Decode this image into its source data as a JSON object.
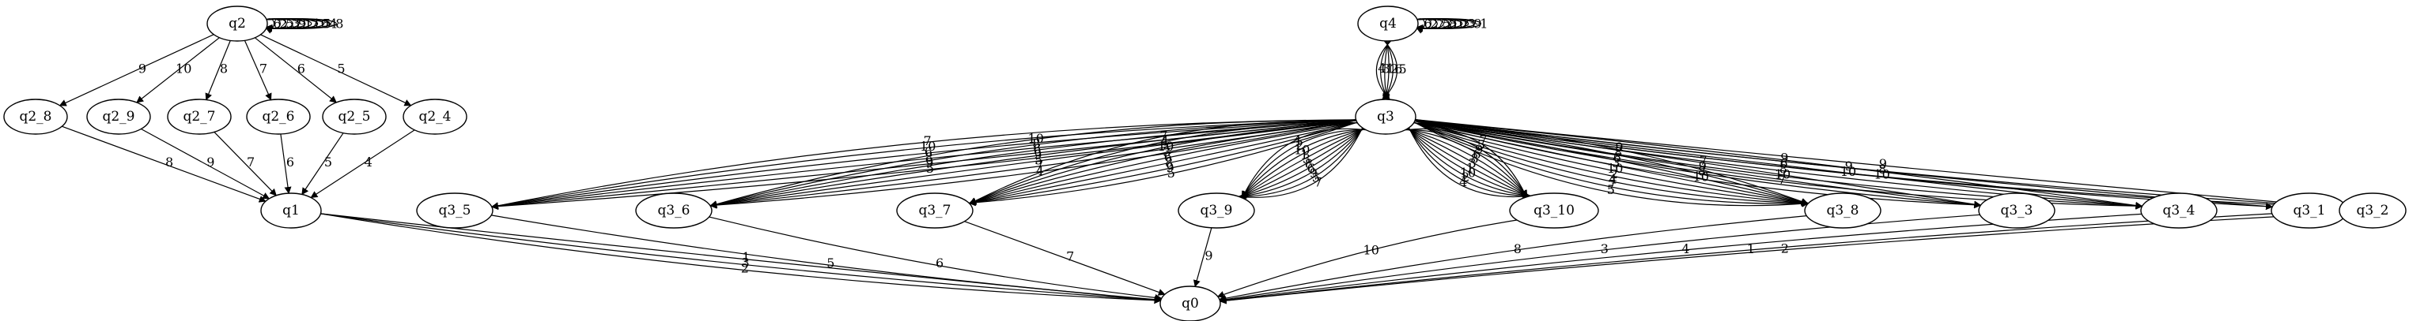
{
  "colors": {
    "background": "#ffffff",
    "stroke": "#000000"
  },
  "graph": {
    "nodes": [
      {
        "id": "q2",
        "label": "q2"
      },
      {
        "id": "q4",
        "label": "q4"
      },
      {
        "id": "q2_8",
        "label": "q2_8"
      },
      {
        "id": "q2_9",
        "label": "q2_9"
      },
      {
        "id": "q2_7",
        "label": "q2_7"
      },
      {
        "id": "q2_6",
        "label": "q2_6"
      },
      {
        "id": "q2_5",
        "label": "q2_5"
      },
      {
        "id": "q2_4",
        "label": "q2_4"
      },
      {
        "id": "q3",
        "label": "q3"
      },
      {
        "id": "q1",
        "label": "q1"
      },
      {
        "id": "q3_5",
        "label": "q3_5"
      },
      {
        "id": "q3_6",
        "label": "q3_6"
      },
      {
        "id": "q3_7",
        "label": "q3_7"
      },
      {
        "id": "q3_9",
        "label": "q3_9"
      },
      {
        "id": "q3_10",
        "label": "q3_10"
      },
      {
        "id": "q3_8",
        "label": "q3_8"
      },
      {
        "id": "q3_3",
        "label": "q3_3"
      },
      {
        "id": "q3_4",
        "label": "q3_4"
      },
      {
        "id": "q3_1",
        "label": "q3_1"
      },
      {
        "id": "q3_2",
        "label": "q3_2"
      },
      {
        "id": "q0",
        "label": "q0"
      }
    ],
    "self_loops": [
      {
        "node": "q2",
        "labels": [
          "6",
          "2",
          "5",
          "3",
          "9",
          "1",
          "7",
          "10",
          "5",
          "4",
          "8"
        ]
      },
      {
        "node": "q4",
        "labels": [
          "6",
          "2",
          "7",
          "5",
          "8",
          "10",
          "2",
          "3",
          "9",
          "1"
        ]
      }
    ],
    "edges": [
      {
        "from": "q2",
        "to": "q2_8",
        "label": "9"
      },
      {
        "from": "q2",
        "to": "q2_9",
        "label": "10"
      },
      {
        "from": "q2",
        "to": "q2_7",
        "label": "8"
      },
      {
        "from": "q2",
        "to": "q2_6",
        "label": "7"
      },
      {
        "from": "q2",
        "to": "q2_5",
        "label": "6"
      },
      {
        "from": "q2",
        "to": "q2_4",
        "label": "5"
      },
      {
        "from": "q2_8",
        "to": "q1",
        "label": "8"
      },
      {
        "from": "q2_9",
        "to": "q1",
        "label": "9"
      },
      {
        "from": "q2_7",
        "to": "q1",
        "label": "7"
      },
      {
        "from": "q2_6",
        "to": "q1",
        "label": "6"
      },
      {
        "from": "q2_5",
        "to": "q1",
        "label": "5"
      },
      {
        "from": "q2_4",
        "to": "q1",
        "label": "4"
      },
      {
        "from": "q4",
        "to": "q3",
        "label": "5"
      },
      {
        "from": "q4",
        "to": "q3",
        "label": "6"
      },
      {
        "from": "q4",
        "to": "q3",
        "label": "2"
      },
      {
        "from": "q4",
        "to": "q3",
        "label": "1"
      },
      {
        "from": "q4",
        "to": "q3",
        "label": "3"
      },
      {
        "from": "q4",
        "to": "q3",
        "label": "4"
      },
      {
        "from": "q3",
        "to": "q3_5",
        "label": "5"
      },
      {
        "from": "q3",
        "to": "q3_5",
        "label": "9"
      },
      {
        "from": "q3",
        "to": "q3_5",
        "label": "8"
      },
      {
        "from": "q3",
        "to": "q3_5",
        "label": "6"
      },
      {
        "from": "q3",
        "to": "q3_5",
        "label": "10"
      },
      {
        "from": "q3",
        "to": "q3_5",
        "label": "7"
      },
      {
        "from": "q3",
        "to": "q3_6",
        "label": "4"
      },
      {
        "from": "q3",
        "to": "q3_6",
        "label": "7"
      },
      {
        "from": "q3",
        "to": "q3_6",
        "label": "5"
      },
      {
        "from": "q3",
        "to": "q3_6",
        "label": "9"
      },
      {
        "from": "q3",
        "to": "q3_6",
        "label": "6"
      },
      {
        "from": "q3",
        "to": "q3_6",
        "label": "8"
      },
      {
        "from": "q3",
        "to": "q3_6",
        "label": "10"
      },
      {
        "from": "q3",
        "to": "q3_7",
        "label": "5"
      },
      {
        "from": "q3",
        "to": "q3_7",
        "label": "9"
      },
      {
        "from": "q3",
        "to": "q3_7",
        "label": "8"
      },
      {
        "from": "q3",
        "to": "q3_7",
        "label": "6"
      },
      {
        "from": "q3",
        "to": "q3_7",
        "label": "3"
      },
      {
        "from": "q3",
        "to": "q3_7",
        "label": "10"
      },
      {
        "from": "q3",
        "to": "q3_7",
        "label": "4"
      },
      {
        "from": "q3",
        "to": "q3_7",
        "label": "7"
      },
      {
        "from": "q3",
        "to": "q3_9",
        "label": "7"
      },
      {
        "from": "q3",
        "to": "q3_9",
        "label": "5"
      },
      {
        "from": "q3",
        "to": "q3_9",
        "label": "9"
      },
      {
        "from": "q3",
        "to": "q3_9",
        "label": "6"
      },
      {
        "from": "q3",
        "to": "q3_9",
        "label": "8"
      },
      {
        "from": "q3",
        "to": "q3_9",
        "label": "3"
      },
      {
        "from": "q3",
        "to": "q3_9",
        "label": "1"
      },
      {
        "from": "q3",
        "to": "q3_9",
        "label": "10"
      },
      {
        "from": "q3",
        "to": "q3_9",
        "label": "2"
      },
      {
        "from": "q3",
        "to": "q3_9",
        "label": "4"
      },
      {
        "from": "q3",
        "to": "q3_10",
        "label": "7"
      },
      {
        "from": "q3",
        "to": "q3_10",
        "label": "5"
      },
      {
        "from": "q3",
        "to": "q3_10",
        "label": "9"
      },
      {
        "from": "q3",
        "to": "q3_10",
        "label": "6"
      },
      {
        "from": "q3",
        "to": "q3_10",
        "label": "8"
      },
      {
        "from": "q3",
        "to": "q3_10",
        "label": "3"
      },
      {
        "from": "q3",
        "to": "q3_10",
        "label": "1"
      },
      {
        "from": "q3",
        "to": "q3_10",
        "label": "10"
      },
      {
        "from": "q3",
        "to": "q3_10",
        "label": "2"
      },
      {
        "from": "q3",
        "to": "q3_10",
        "label": "4"
      },
      {
        "from": "q3",
        "to": "q3_8",
        "label": "9"
      },
      {
        "from": "q3",
        "to": "q3_8",
        "label": "8"
      },
      {
        "from": "q3",
        "to": "q3_8",
        "label": "6"
      },
      {
        "from": "q3",
        "to": "q3_8",
        "label": "3"
      },
      {
        "from": "q3",
        "to": "q3_8",
        "label": "10"
      },
      {
        "from": "q3",
        "to": "q3_8",
        "label": "2"
      },
      {
        "from": "q3",
        "to": "q3_8",
        "label": "4"
      },
      {
        "from": "q3",
        "to": "q3_8",
        "label": "7"
      },
      {
        "from": "q3",
        "to": "q3_8",
        "label": "5"
      },
      {
        "from": "q3",
        "to": "q3_3",
        "label": "7"
      },
      {
        "from": "q3",
        "to": "q3_3",
        "label": "9"
      },
      {
        "from": "q3",
        "to": "q3_3",
        "label": "8"
      },
      {
        "from": "q3",
        "to": "q3_3",
        "label": "10"
      },
      {
        "from": "q3",
        "to": "q3_4",
        "label": "9"
      },
      {
        "from": "q3",
        "to": "q3_4",
        "label": "6"
      },
      {
        "from": "q3",
        "to": "q3_4",
        "label": "8"
      },
      {
        "from": "q3",
        "to": "q3_4",
        "label": "10"
      },
      {
        "from": "q3",
        "to": "q3_4",
        "label": "7"
      },
      {
        "from": "q3",
        "to": "q3_1",
        "label": "9"
      },
      {
        "from": "q3",
        "to": "q3_1",
        "label": "10"
      },
      {
        "from": "q3",
        "to": "q3_2",
        "label": "9"
      },
      {
        "from": "q3",
        "to": "q3_2",
        "label": "8"
      },
      {
        "from": "q3",
        "to": "q3_2",
        "label": "10"
      },
      {
        "from": "q1",
        "to": "q0",
        "label": "1"
      },
      {
        "from": "q1",
        "to": "q0",
        "label": "3"
      },
      {
        "from": "q1",
        "to": "q0",
        "label": "2"
      },
      {
        "from": "q3_5",
        "to": "q0",
        "label": "5"
      },
      {
        "from": "q3_6",
        "to": "q0",
        "label": "6"
      },
      {
        "from": "q3_7",
        "to": "q0",
        "label": "7"
      },
      {
        "from": "q3_9",
        "to": "q0",
        "label": "9"
      },
      {
        "from": "q3_10",
        "to": "q0",
        "label": "10"
      },
      {
        "from": "q3_8",
        "to": "q0",
        "label": "8"
      },
      {
        "from": "q3_3",
        "to": "q0",
        "label": "3"
      },
      {
        "from": "q3_4",
        "to": "q0",
        "label": "4"
      },
      {
        "from": "q3_1",
        "to": "q0",
        "label": "1"
      },
      {
        "from": "q3_2",
        "to": "q0",
        "label": "2"
      }
    ]
  }
}
